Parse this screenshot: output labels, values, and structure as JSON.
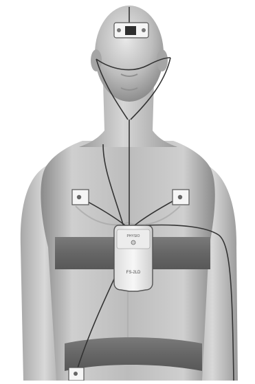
{
  "figure": {
    "subject": "body-worn-sensor-diagram",
    "device": {
      "label_top": "PHYSIO",
      "label_bottom": "FS-2LD"
    },
    "colors": {
      "background": "#ffffff",
      "skin": "#bdbdbd",
      "skin_highlight": "#e6e6e6",
      "skin_shadow": "#8c8c8c",
      "strap": "#6e6e6e",
      "wire": "#333333",
      "device_body": "#f2f2f2",
      "electrode_pad": "#f5f5f5"
    }
  }
}
